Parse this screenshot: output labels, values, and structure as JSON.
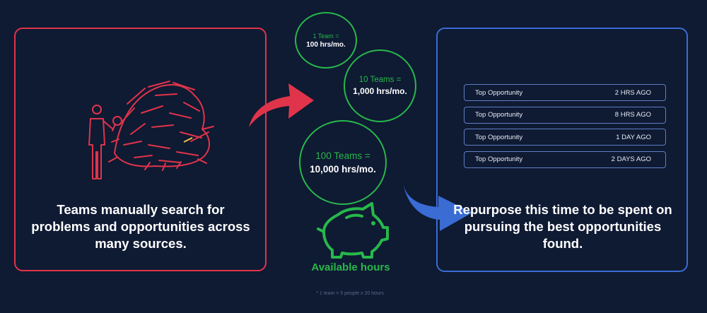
{
  "left_panel": {
    "caption": "Teams manually search for problems and opportunities across many sources."
  },
  "circles": [
    {
      "team": "1 Team =",
      "hours": "100 hrs/mo."
    },
    {
      "team": "10 Teams =",
      "hours": "1,000 hrs/mo."
    },
    {
      "team": "100 Teams =",
      "hours": "10,000 hrs/mo."
    }
  ],
  "available_hours_label": "Available hours",
  "footnote": "* 1 team = 5 people x 20 hours",
  "right_panel": {
    "opportunities": [
      {
        "label": "Top Opportunity",
        "time": "2 HRS AGO"
      },
      {
        "label": "Top Opportunity",
        "time": "8 HRS AGO"
      },
      {
        "label": "Top Opportunity",
        "time": "1 DAY AGO"
      },
      {
        "label": "Top Opportunity",
        "time": "2 DAYS AGO"
      }
    ],
    "caption": "Repurpose this time to be spent on pursuing the best opportunities found."
  },
  "colors": {
    "background": "#0f1a33",
    "red": "#e0344a",
    "green": "#27b84a",
    "blue": "#3a6cd4"
  },
  "icons": [
    "person-searching-haystack-icon",
    "red-arrow-icon",
    "blue-arrow-icon",
    "piggy-bank-icon"
  ]
}
